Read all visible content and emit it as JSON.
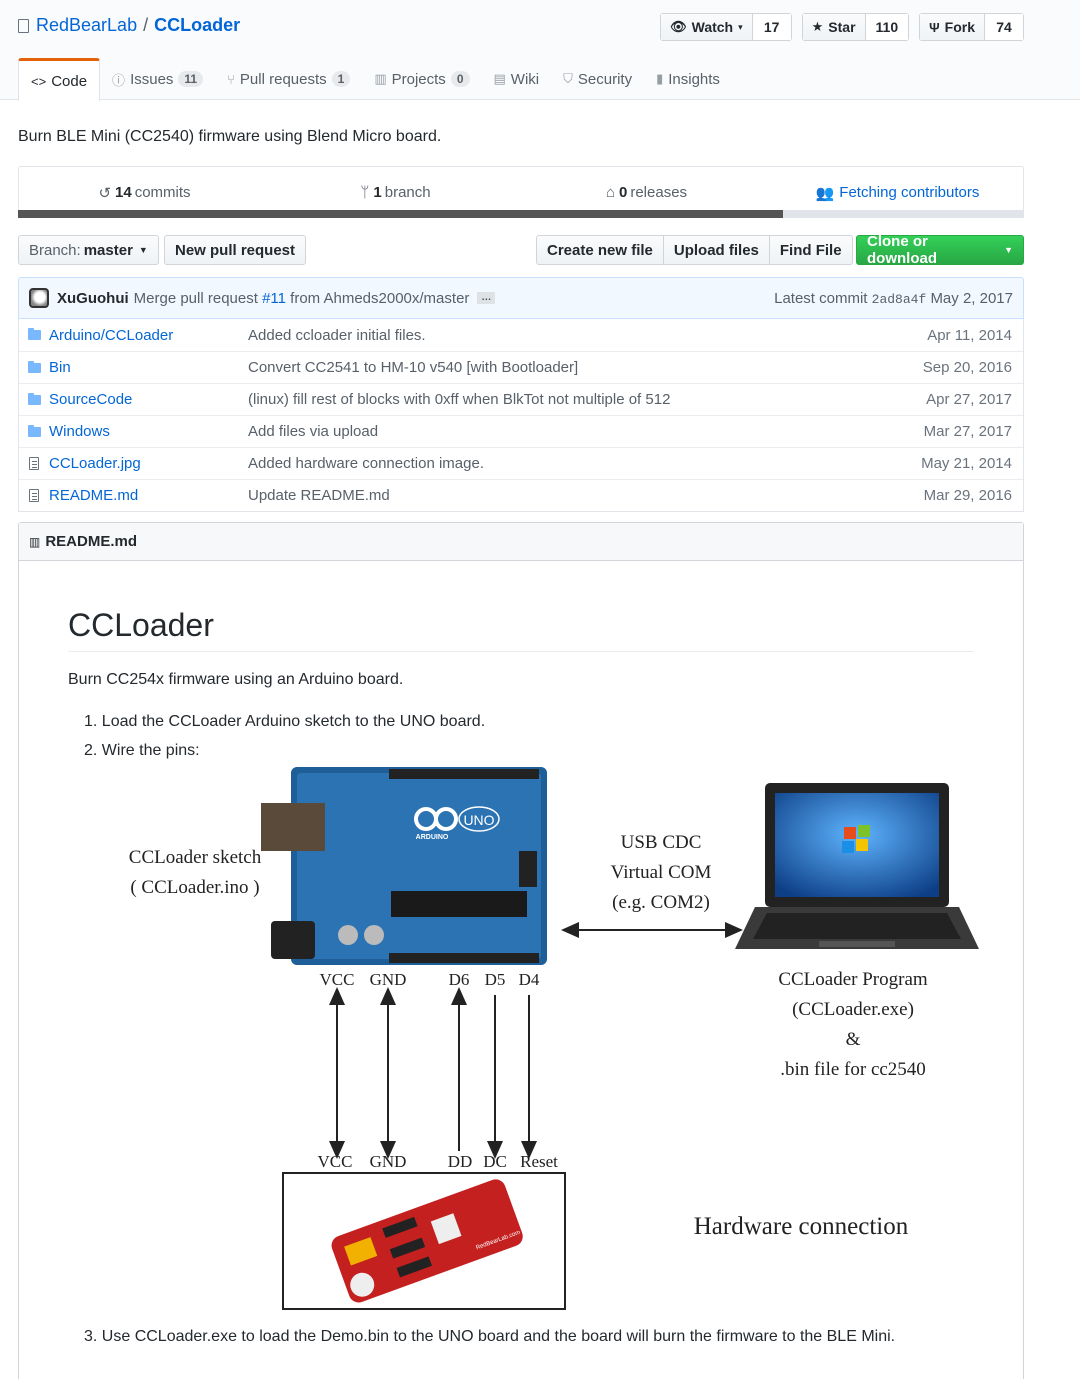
{
  "repo": {
    "owner": "RedBearLab",
    "separator": "/",
    "name": "CCLoader"
  },
  "actions": [
    {
      "label": "Watch",
      "icon": "eye-icon",
      "count": "17"
    },
    {
      "label": "Star",
      "icon": "star-icon",
      "count": "110"
    },
    {
      "label": "Fork",
      "icon": "fork-icon",
      "count": "74"
    }
  ],
  "tabs": [
    {
      "label": "Code",
      "icon": "code-icon",
      "selected": true
    },
    {
      "label": "Issues",
      "icon": "issue-icon",
      "count": "11"
    },
    {
      "label": "Pull requests",
      "icon": "pull-request-icon",
      "count": "1"
    },
    {
      "label": "Projects",
      "icon": "project-icon",
      "count": "0"
    },
    {
      "label": "Wiki",
      "icon": "book-icon"
    },
    {
      "label": "Security",
      "icon": "shield-icon"
    },
    {
      "label": "Insights",
      "icon": "graph-icon"
    }
  ],
  "description": "Burn BLE Mini (CC2540) firmware using Blend Micro board.",
  "numbers": {
    "commits_count": "14",
    "commits_label": "commits",
    "branch_count": "1",
    "branch_label": "branch",
    "releases_count": "0",
    "releases_label": "releases",
    "contributors": "Fetching contributors"
  },
  "language_bar_fill": 0.76,
  "filebar": {
    "branch_prefix": "Branch:",
    "branch_value": "master",
    "new_pr": "New pull request",
    "create_file": "Create new file",
    "upload": "Upload files",
    "find": "Find File",
    "clone": "Clone or download"
  },
  "latest_commit": {
    "author": "XuGuohui",
    "message_prefix": "Merge pull request",
    "pr": "#11",
    "message_suffix": "from Ahmeds2000x/master",
    "ellipsis": "…",
    "label": "Latest commit",
    "sha": "2ad8a4f",
    "date": "May 2, 2017"
  },
  "files": [
    {
      "type": "dir",
      "name": "Arduino/CCLoader",
      "message": "Added ccloader initial files.",
      "age": "Apr 11, 2014"
    },
    {
      "type": "dir",
      "name": "Bin",
      "message": "Convert CC2541 to HM-10 v540 [with Bootloader]",
      "age": "Sep 20, 2016"
    },
    {
      "type": "dir",
      "name": "SourceCode",
      "message": "(linux) fill rest of blocks with 0xff when BlkTot not multiple of 512",
      "age": "Apr 27, 2017"
    },
    {
      "type": "dir",
      "name": "Windows",
      "message": "Add files via upload",
      "age": "Mar 27, 2017"
    },
    {
      "type": "file",
      "name": "CCLoader.jpg",
      "message": "Added hardware connection image.",
      "age": "May 21, 2014"
    },
    {
      "type": "file",
      "name": "README.md",
      "message": "Update README.md",
      "age": "Mar 29, 2016"
    }
  ],
  "readme": {
    "header": "README.md",
    "title": "CCLoader",
    "intro": "Burn CC254x firmware using an Arduino board.",
    "step1": "1. Load the CCLoader Arduino sketch to the UNO board.",
    "step2": "2. Wire the pins:",
    "step3": "3. Use CCLoader.exe to load the Demo.bin to the UNO board and the board will burn the firmware to the BLE Mini."
  },
  "diagram": {
    "sketch_l1": "CCLoader sketch",
    "sketch_l2": "( CCLoader.ino )",
    "usb_l1": "USB CDC",
    "usb_l2": "Virtual COM",
    "usb_l3": "(e.g. COM2)",
    "pins_top": [
      "VCC",
      "GND",
      "D6",
      "D5",
      "D4"
    ],
    "pins_bottom": [
      "VCC",
      "GND",
      "DD",
      "DC",
      "Reset"
    ],
    "program_l1": "CCLoader Program",
    "program_l2": "(CCLoader.exe)",
    "program_l3": "&",
    "program_l4": ".bin file for cc2540",
    "hw": "Hardware connection",
    "uno_logo": "UNO",
    "arduino_logo": "ARDUINO",
    "ble_mini_logo": "RedBearLab.com"
  }
}
